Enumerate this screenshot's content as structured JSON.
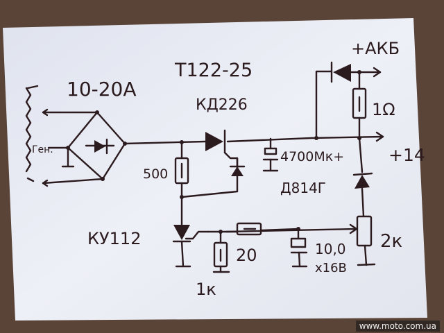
{
  "labels": {
    "current": "10-20А",
    "thyristor": "Т122-25",
    "diode": "КД226",
    "battery": "+АКБ",
    "resistor_1ohm": "1Ω",
    "generator": "Ген.",
    "cap_4700": "4700Мк+",
    "output": "+14",
    "resistor_500": "500",
    "zener": "Д814Г",
    "ku112": "КУ112",
    "resistor_20": "20",
    "pot_2k": "2к",
    "cap_10": "10,0",
    "cap_10_voltage": "x16В",
    "resistor_1k": "1к"
  },
  "watermark": "www.moto.com.ua",
  "colors": {
    "ink": "#2b1b1e",
    "paper": "#eceef6",
    "table": "#5a4438"
  }
}
